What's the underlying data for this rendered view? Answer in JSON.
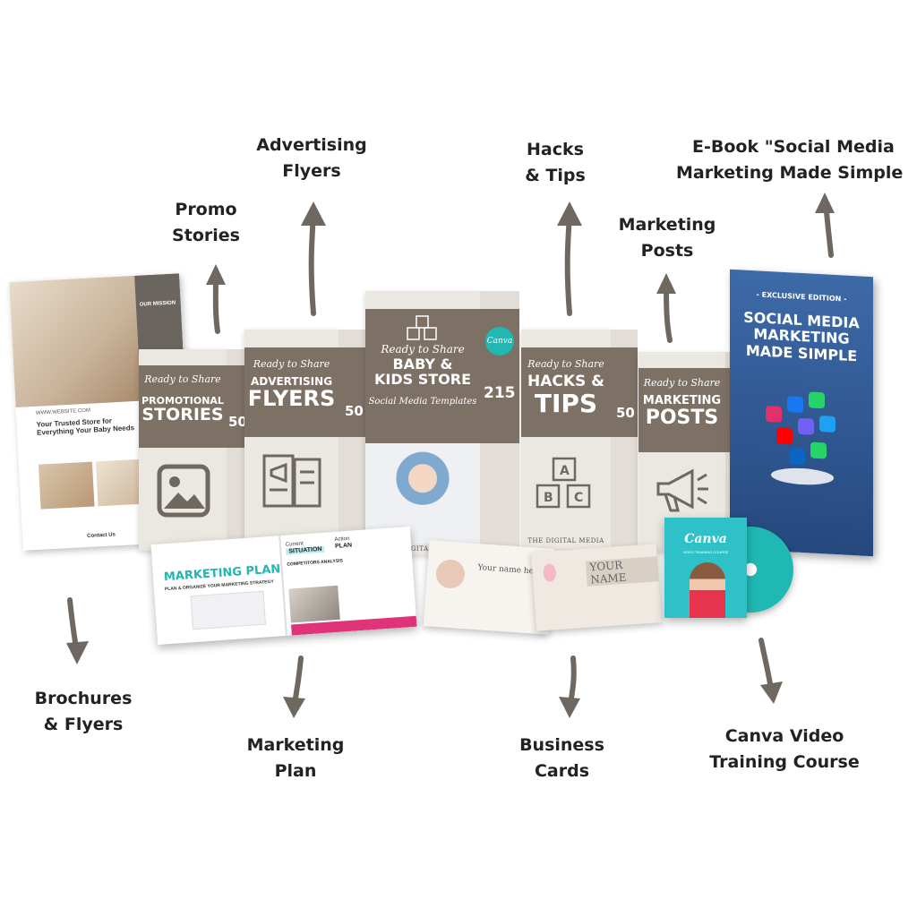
{
  "labels": {
    "advertising_flyers": [
      "Advertising",
      "Flyers"
    ],
    "promo_stories": [
      "Promo",
      "Stories"
    ],
    "hacks_tips": [
      "Hacks",
      "& Tips"
    ],
    "marketing_posts": [
      "Marketing",
      "Posts"
    ],
    "ebook": [
      "E-Book \"Social Media",
      "Marketing Made Simple"
    ],
    "brochures": [
      "Brochures",
      "& Flyers"
    ],
    "marketing_plan": [
      "Marketing",
      "Plan"
    ],
    "business_cards": [
      "Business",
      "Cards"
    ],
    "canva_course": [
      "Canva Video",
      "Training Course"
    ]
  },
  "boxes": {
    "promotional": {
      "script": "Ready to Share",
      "title": [
        "PROMOTIONAL",
        "STORIES"
      ],
      "count": "50"
    },
    "advertising": {
      "script": "Ready to Share",
      "title": [
        "ADVERTISING",
        "FLYERS"
      ],
      "count": "50"
    },
    "main": {
      "script": "Ready to Share",
      "title": [
        "BABY &",
        "KIDS STORE"
      ],
      "subtitle": "Social Media Templates",
      "count": "215",
      "canva": "Canva"
    },
    "hacks": {
      "script": "Ready to Share",
      "title": [
        "HACKS &",
        "TIPS"
      ],
      "count": "50"
    },
    "posts": {
      "script": "Ready to Share",
      "title": [
        "MARKETING",
        "POSTS"
      ],
      "count": "50"
    },
    "brand": "THE DIGITAL MEDIA"
  },
  "ebook": {
    "badge": "- EXCLUSIVE EDITION -",
    "title": [
      "SOCIAL MEDIA",
      "MARKETING",
      "MADE SIMPLE"
    ]
  },
  "brochure": {
    "site": "WWW.WEBSITE.COM",
    "headline": "Your Trusted Store for Everything Your Baby Needs",
    "mission": "OUR MISSION",
    "contact": "Contact Us"
  },
  "plan": {
    "title": "MARKETING PLAN",
    "subtitle": "PLAN & ORGANIZE YOUR MARKETING STRATEGY",
    "current": "Current",
    "situation": "SITUATION",
    "action": "Action",
    "plan_word": "PLAN",
    "analysis": "COMPETITORS ANALYSIS"
  },
  "cards": {
    "name1": "Your name here",
    "name2": "YOUR NAME"
  },
  "dvd": {
    "title": "Canva",
    "sub": "VIDEO TRAINING COURSE"
  },
  "colors": {
    "arrow": "#6f6860",
    "box_band": "#7d7166",
    "box_face": "#ebe7e1",
    "ebook_blue": "#2f5b99",
    "canva_teal": "#1fb8b2"
  }
}
